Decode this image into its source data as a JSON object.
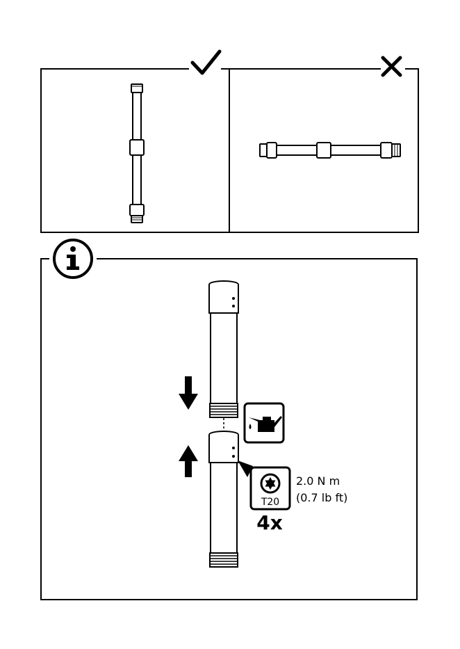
{
  "torque": {
    "metric": "2.0 N m",
    "imperial": "(0.7 lb ft)"
  },
  "tool": {
    "bit": "T20",
    "quantity": "4x"
  },
  "icons": {
    "correct": "checkmark-icon",
    "incorrect": "cross-icon",
    "info": "info-icon",
    "lubricate": "oil-can-icon",
    "driver": "torx-icon"
  }
}
